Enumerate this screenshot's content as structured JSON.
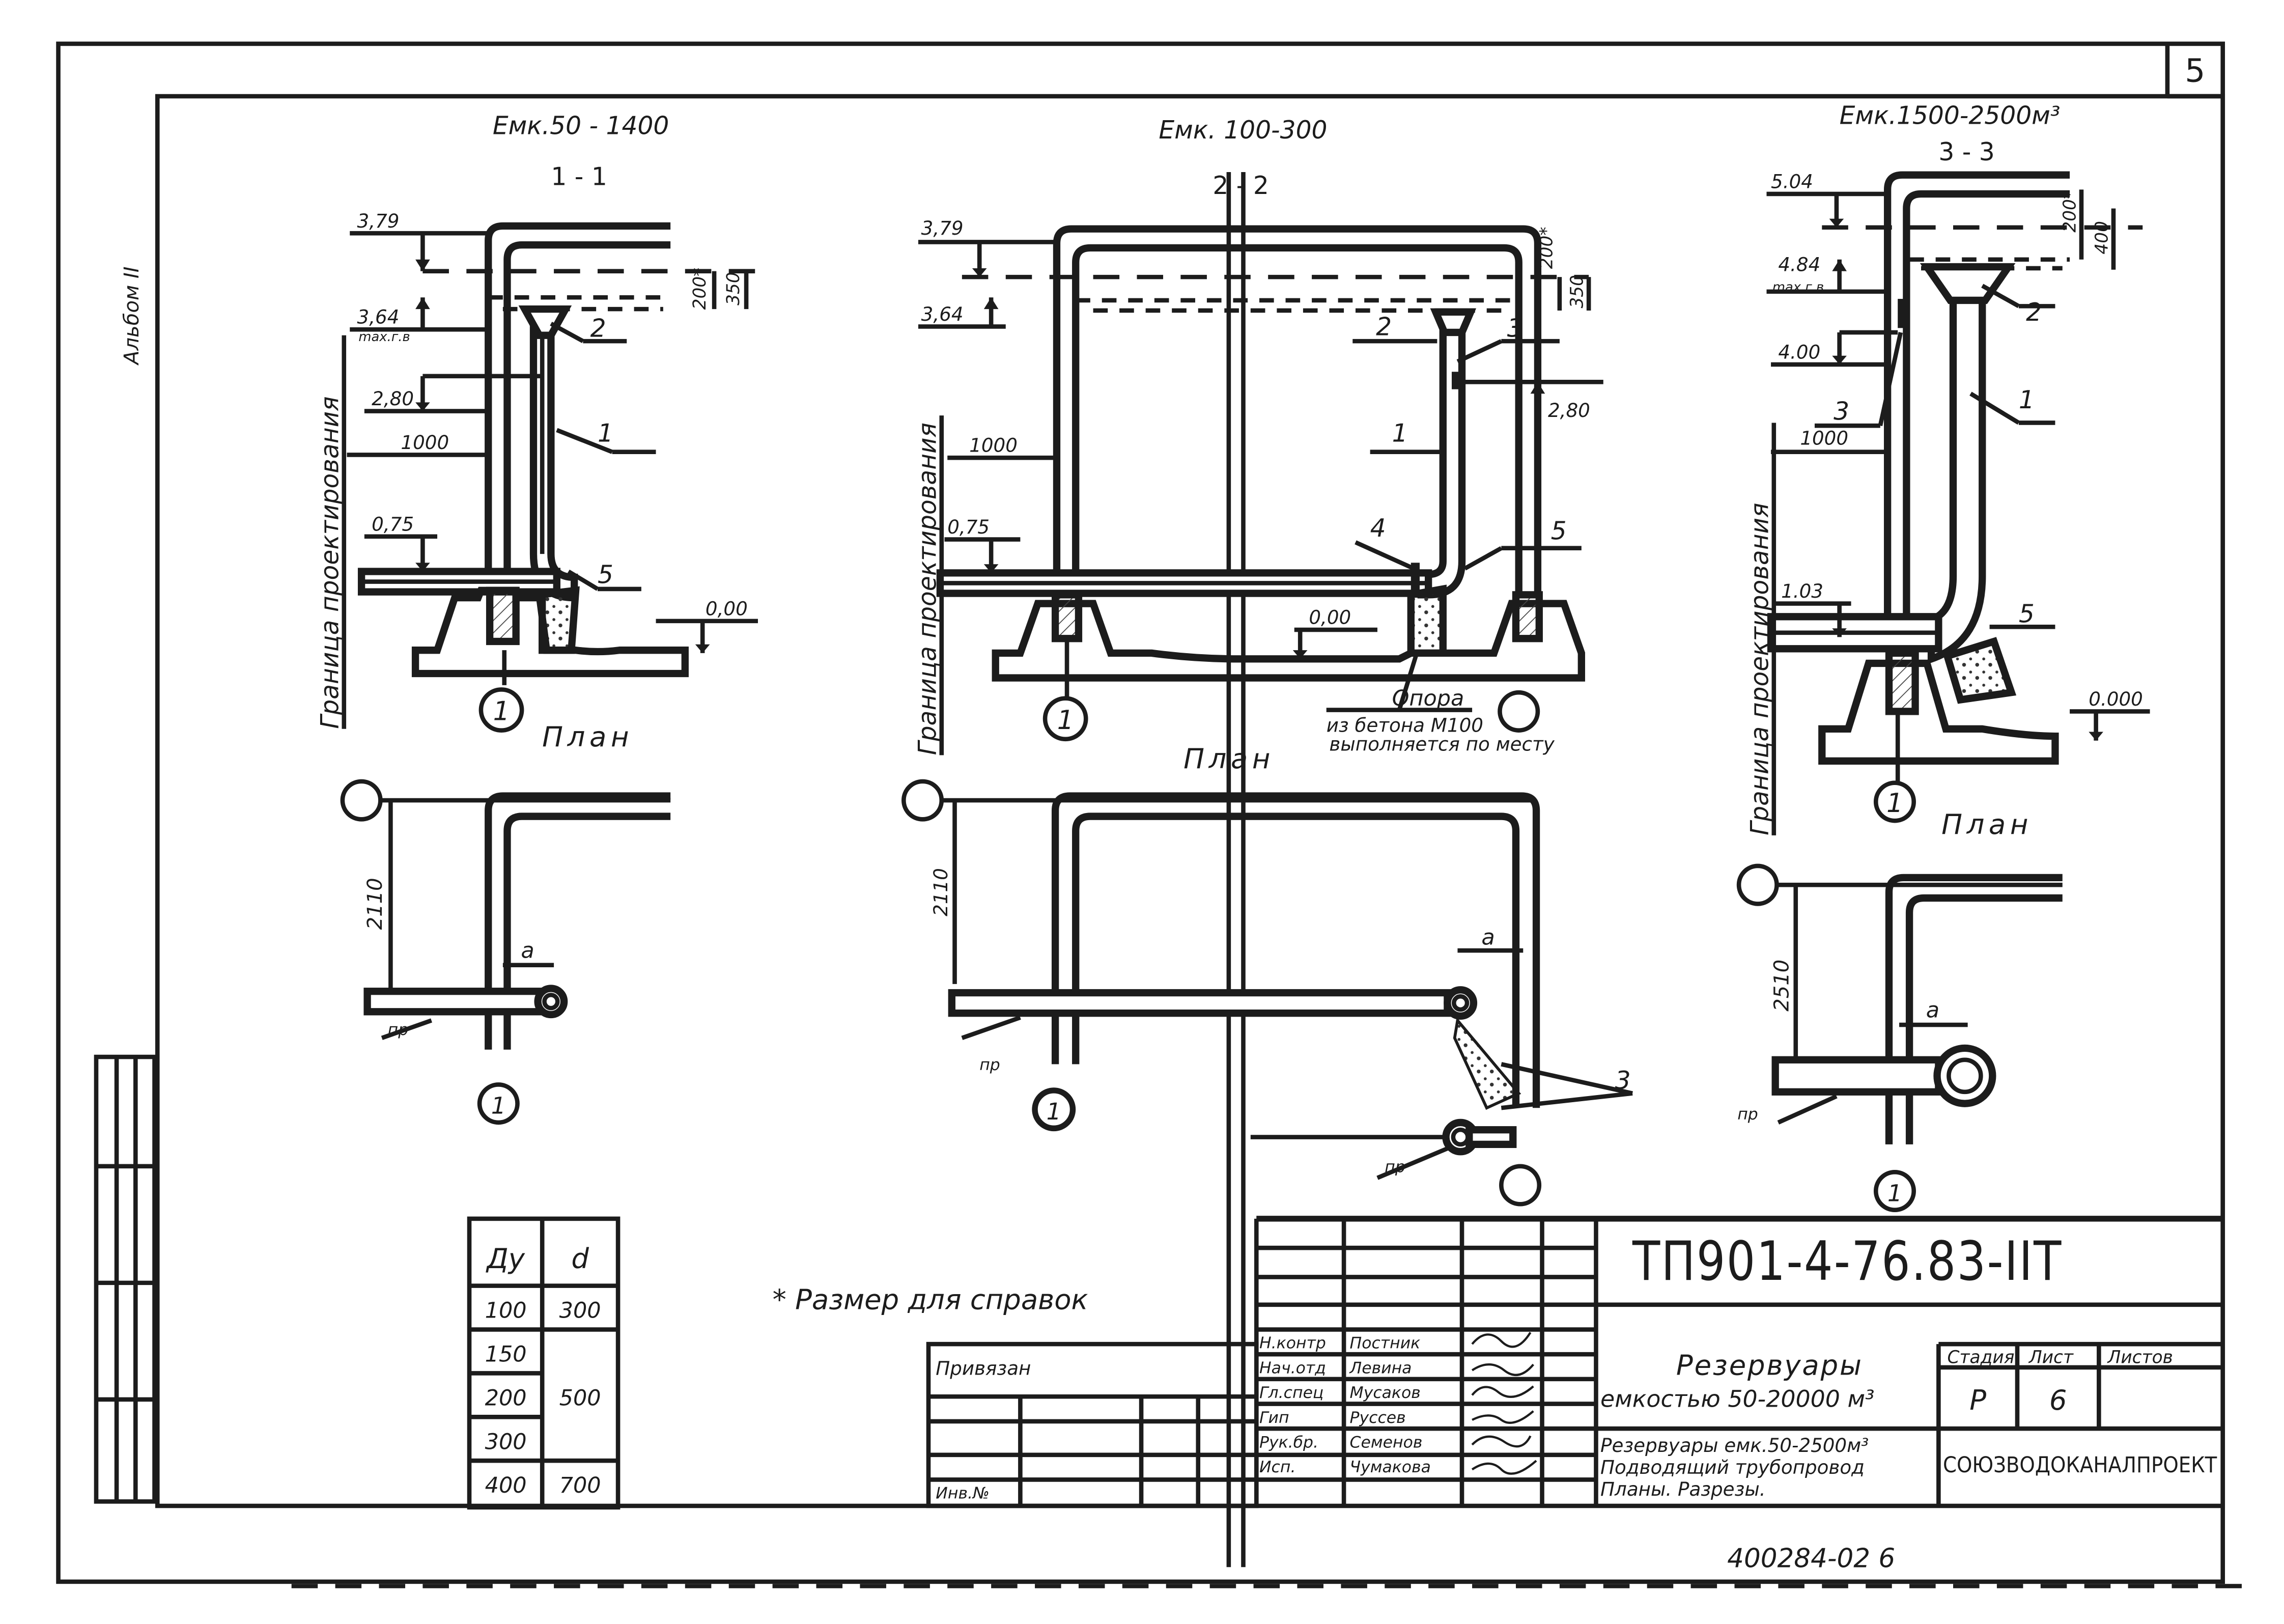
{
  "sheet": {
    "page_number": "5",
    "margin_note": "Альбом II"
  },
  "section_1": {
    "capacity": "Емк.50 - 1400",
    "section_label": "1 - 1",
    "elev_top": "3,79",
    "elev_water": "3,64",
    "max_level_note": "max.г.в",
    "elev_pipe": "2,80",
    "dim_1000": "1000",
    "elev_inlet": "0,75",
    "elev_zero": "0,00",
    "dim_200": "200*",
    "dim_350": "350",
    "callouts": [
      "2",
      "1",
      "5"
    ],
    "axis": "1",
    "boundary": "Граница проектирования",
    "plan_title": "План",
    "plan_dim": "2110",
    "plan_a": "a",
    "plan_pipe": "пр",
    "plan_axis": "1"
  },
  "section_2": {
    "capacity": "Емк. 100-300",
    "section_label": "2 - 2",
    "elev_top": "3,79",
    "elev_water": "3,64",
    "dim_1000": "1000",
    "elev_inlet": "0,75",
    "elev_zero": "0,00",
    "elev_pipe": "2,80",
    "dim_200": "200*",
    "dim_350": "350",
    "callouts": [
      "2",
      "3",
      "1",
      "4",
      "5"
    ],
    "axis": "1",
    "support_title": "Опора",
    "support_note_1": "из бетона М100",
    "support_note_2": "выполняется по месту",
    "boundary": "Граница проектирования",
    "plan_title": "План",
    "plan_dim": "2110",
    "plan_a": "a",
    "plan_pipe": "пр",
    "plan_pipe_2": "пр",
    "plan_callout": "3",
    "plan_axis": "1"
  },
  "section_3": {
    "capacity": "Емк.1500-2500м³",
    "section_label": "3 - 3",
    "elev_top": "5.04",
    "elev_water": "4.84",
    "max_level_note": "max.г.в",
    "elev_pipe": "4.00",
    "dim_1000": "1000",
    "elev_inlet": "1.03",
    "elev_zero": "0.000",
    "dim_200": "200*",
    "dim_400": "400",
    "callouts": [
      "2",
      "1",
      "3",
      "5"
    ],
    "axis": "1",
    "boundary": "Граница проектирования",
    "plan_title": "План",
    "plan_dim": "2510",
    "plan_a": "a",
    "plan_pipe": "пр",
    "plan_axis": "1"
  },
  "dn_table": {
    "headers": [
      "Ду",
      "d"
    ],
    "rows": [
      [
        "100",
        "300"
      ],
      [
        "150",
        ""
      ],
      [
        "200",
        "500"
      ],
      [
        "300",
        ""
      ],
      [
        "400",
        "700"
      ]
    ]
  },
  "footnote": "* Размер для справок",
  "title_block": {
    "doc_code": "ТП901-4-76.83-IIТ",
    "privyazan": "Привязан",
    "inv": "Инв.№",
    "roles": [
      "Н.контр",
      "Нач.отд",
      "Гл.спец",
      "Гип",
      "Рук.бр.",
      "Исп."
    ],
    "names": [
      "Постник",
      "Левина",
      "Мусаков",
      "Руссев",
      "Семенов",
      "Чумакова"
    ],
    "title_1": "Резервуары",
    "title_2": "емкостью 50-20000 м³",
    "stage_hdr": "Стадия",
    "sheet_hdr": "Лист",
    "sheets_hdr": "Листов",
    "stage": "Р",
    "sheet": "6",
    "desc_1": "Резервуары емк.50-2500м³",
    "desc_2": "Подводящий трубопровод",
    "desc_3": "Планы. Разрезы.",
    "org": "СОЮЗВОДОКАНАЛПРОЕКТ"
  },
  "bottom_code": "400284-02 6"
}
